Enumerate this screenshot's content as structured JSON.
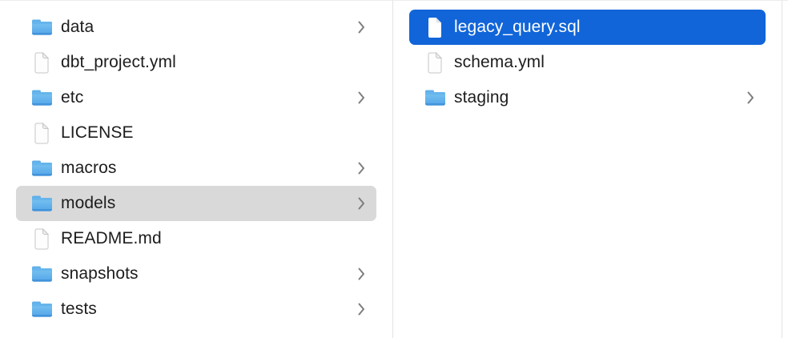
{
  "window": {
    "app": "Finder",
    "view": "column-view"
  },
  "colors": {
    "selection_blue": "#1165d8",
    "selection_gray": "#d9d9d9",
    "divider": "#e3e3e3",
    "text": "#1d1d1f",
    "text_selected": "#ffffff",
    "chevron": "#7d7d82",
    "folder_tab": "#5fb0ea",
    "folder_body_top": "#7cc4f2",
    "folder_body_bottom": "#52a5e8",
    "folder_lip": "#4293db"
  },
  "icons": {
    "folder": "folder-icon",
    "file": "document-icon",
    "chevron": "chevron-right-icon"
  },
  "columns": [
    {
      "name": "left",
      "items": [
        {
          "name": "data",
          "type": "folder",
          "has_chevron": true,
          "selected": "none"
        },
        {
          "name": "dbt_project.yml",
          "type": "file",
          "has_chevron": false,
          "selected": "none"
        },
        {
          "name": "etc",
          "type": "folder",
          "has_chevron": true,
          "selected": "none"
        },
        {
          "name": "LICENSE",
          "type": "file",
          "has_chevron": false,
          "selected": "none"
        },
        {
          "name": "macros",
          "type": "folder",
          "has_chevron": true,
          "selected": "none"
        },
        {
          "name": "models",
          "type": "folder",
          "has_chevron": true,
          "selected": "gray"
        },
        {
          "name": "README.md",
          "type": "file",
          "has_chevron": false,
          "selected": "none"
        },
        {
          "name": "snapshots",
          "type": "folder",
          "has_chevron": true,
          "selected": "none"
        },
        {
          "name": "tests",
          "type": "folder",
          "has_chevron": true,
          "selected": "none"
        }
      ]
    },
    {
      "name": "right",
      "items": [
        {
          "name": "legacy_query.sql",
          "type": "file",
          "has_chevron": false,
          "selected": "blue"
        },
        {
          "name": "schema.yml",
          "type": "file",
          "has_chevron": false,
          "selected": "none"
        },
        {
          "name": "staging",
          "type": "folder",
          "has_chevron": true,
          "selected": "none"
        }
      ]
    }
  ]
}
